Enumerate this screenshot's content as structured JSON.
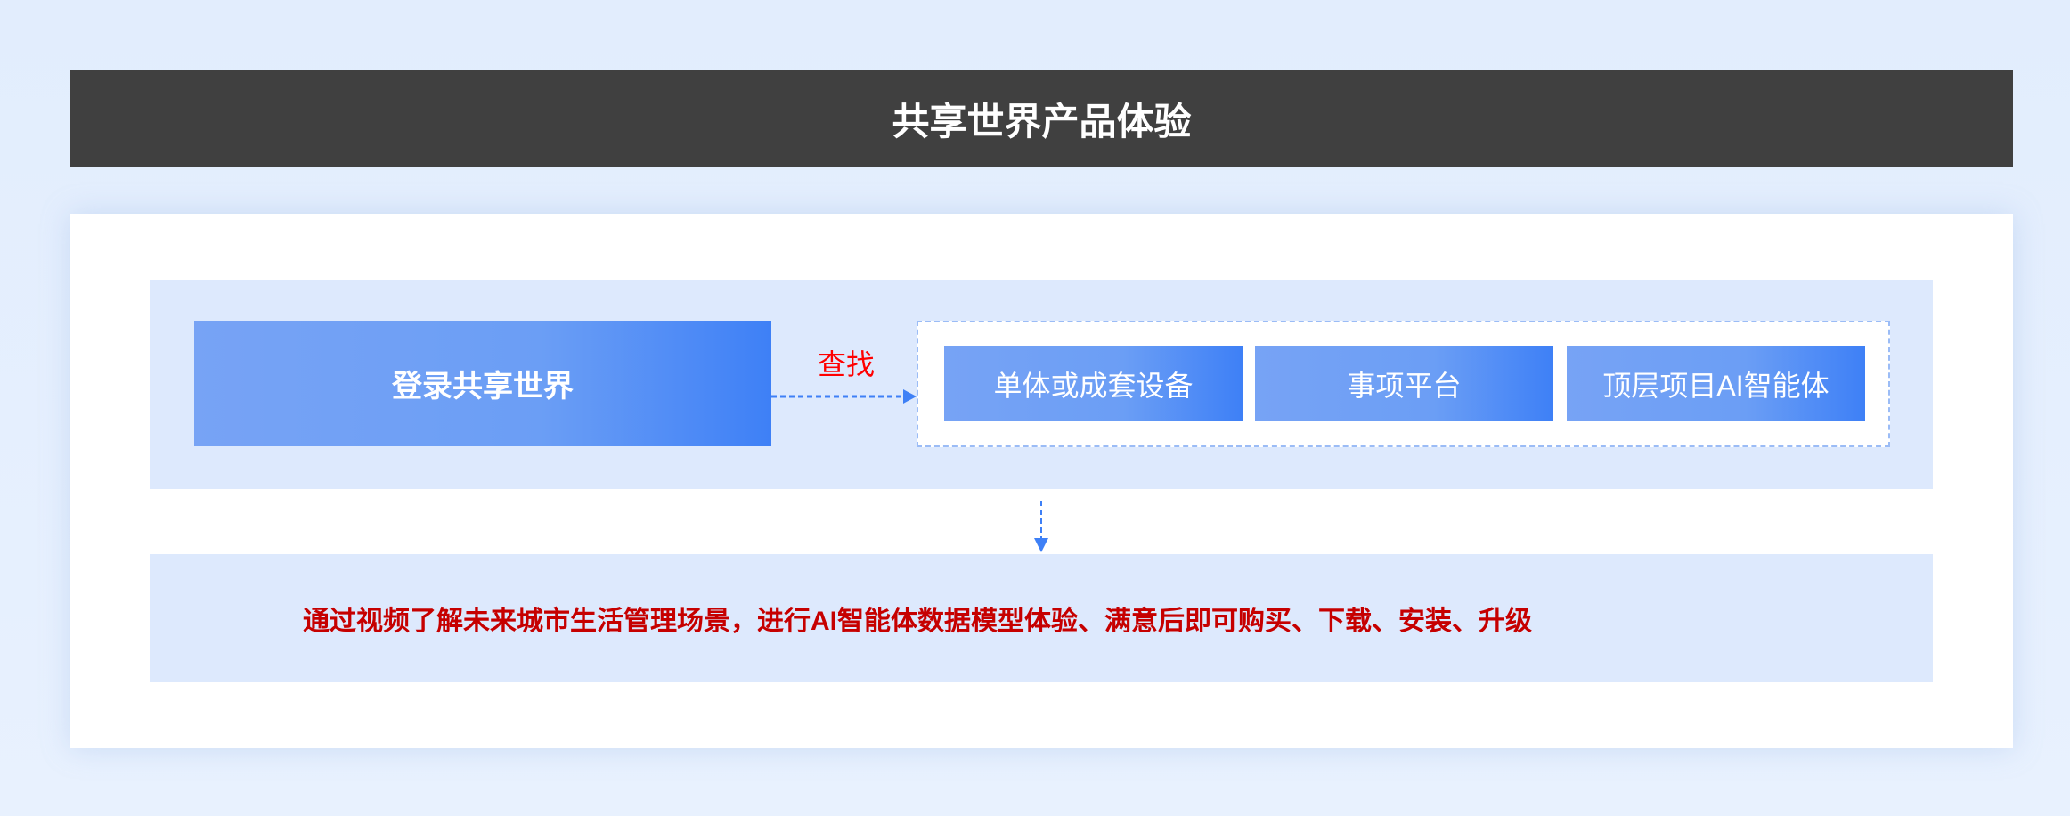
{
  "header": {
    "title": "共享世界产品体验"
  },
  "flow": {
    "login": "登录共享世界",
    "edge_label": "查找",
    "options": [
      "单体或成套设备",
      "事项平台",
      "顶层项目AI智能体"
    ]
  },
  "summary": "通过视频了解未来城市生活管理场景，进行AI智能体数据模型体验、满意后即可购买、下载、安装、升级",
  "colors": {
    "header": "#404040",
    "accent": "#3e80f6",
    "edge_label": "#ff0000",
    "summary": "#c60000"
  }
}
